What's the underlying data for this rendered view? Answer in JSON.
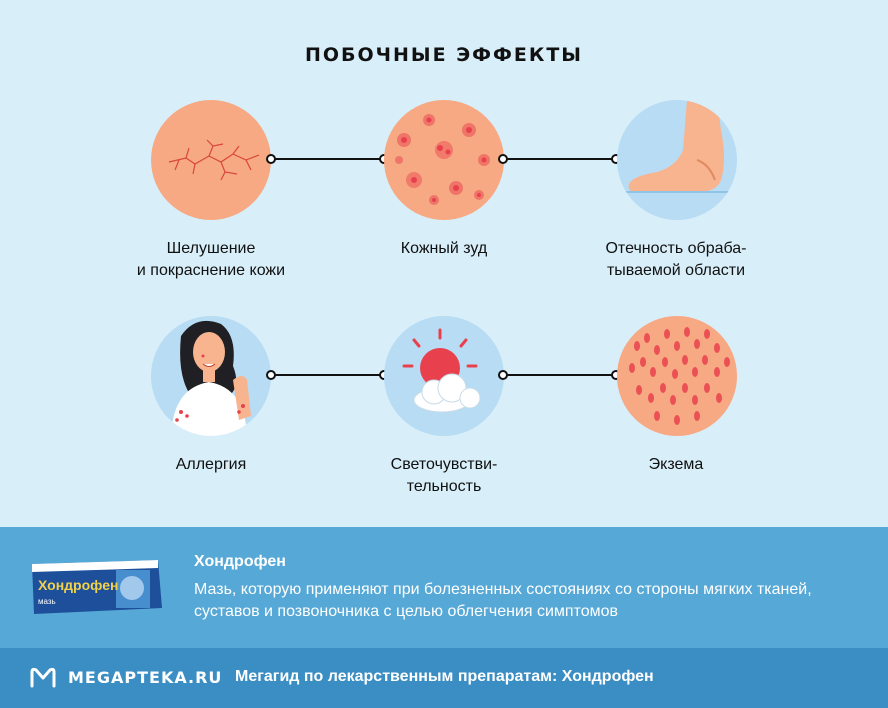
{
  "title": "ПОБОЧНЫЕ ЭФФЕКТЫ",
  "effects": [
    {
      "label_1": "Шелушение",
      "label_2": "и покраснение кожи",
      "icon": "cracked-skin"
    },
    {
      "label_1": "Кожный зуд",
      "label_2": "",
      "icon": "itchy-skin"
    },
    {
      "label_1": "Отечность обраба-",
      "label_2": "тываемой области",
      "icon": "swollen-foot"
    },
    {
      "label_1": "Аллергия",
      "label_2": "",
      "icon": "allergic-woman"
    },
    {
      "label_1": "Светочувстви-",
      "label_2": "тельность",
      "icon": "sun-cloud"
    },
    {
      "label_1": "Экзема",
      "label_2": "",
      "icon": "eczema-skin"
    }
  ],
  "product": {
    "name": "Хондрофен",
    "description": "Мазь, которую применяют при болезненных состояниях со стороны мягких тканей, суставов и позвоночника с целью облегчения симптомов",
    "package_label": "Хондрофен",
    "package_sub": "мазь"
  },
  "footer": {
    "brand": "MEGAPTEKA.RU",
    "text": "Мегагид по лекарственным препаратам: Хондрофен"
  },
  "colors": {
    "background": "#d8eef9",
    "skin": "#f7a983",
    "light_circle": "#b7dcf3",
    "band": "#56a8d6",
    "footer": "#3b8ec4",
    "rash": "#e8414d"
  }
}
